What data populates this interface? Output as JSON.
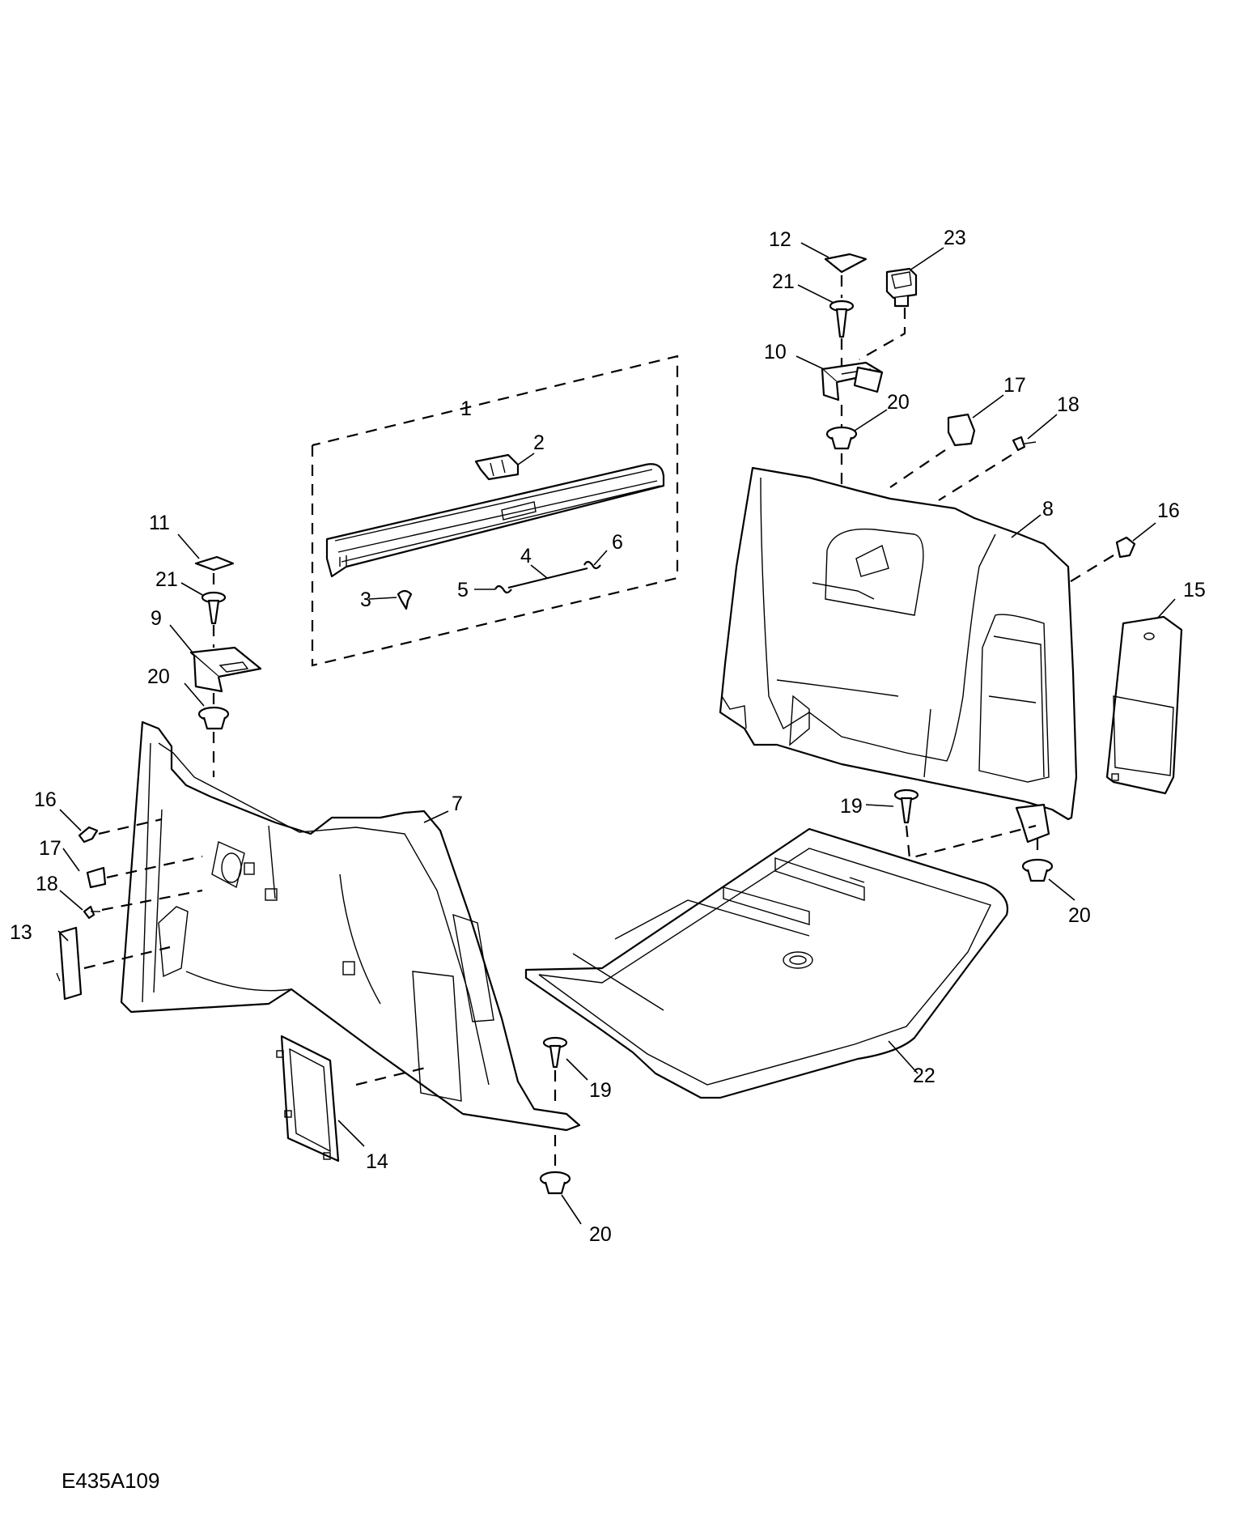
{
  "diagram": {
    "reference_code": "E435A109",
    "callouts": {
      "c1": "1",
      "c2": "2",
      "c3": "3",
      "c4": "4",
      "c5": "5",
      "c6": "6",
      "c7": "7",
      "c8": "8",
      "c9": "9",
      "c10": "10",
      "c11": "11",
      "c12": "12",
      "c13": "13",
      "c14": "14",
      "c15": "15",
      "c16_left": "16",
      "c16_right": "16",
      "c17_left": "17",
      "c17_right": "17",
      "c18_left": "18",
      "c18_right": "18",
      "c19_center": "19",
      "c19_right": "19",
      "c20_left": "20",
      "c20_top": "20",
      "c20_center": "20",
      "c20_right": "20",
      "c21_left": "21",
      "c21_right": "21",
      "c22": "22",
      "c23": "23"
    }
  }
}
